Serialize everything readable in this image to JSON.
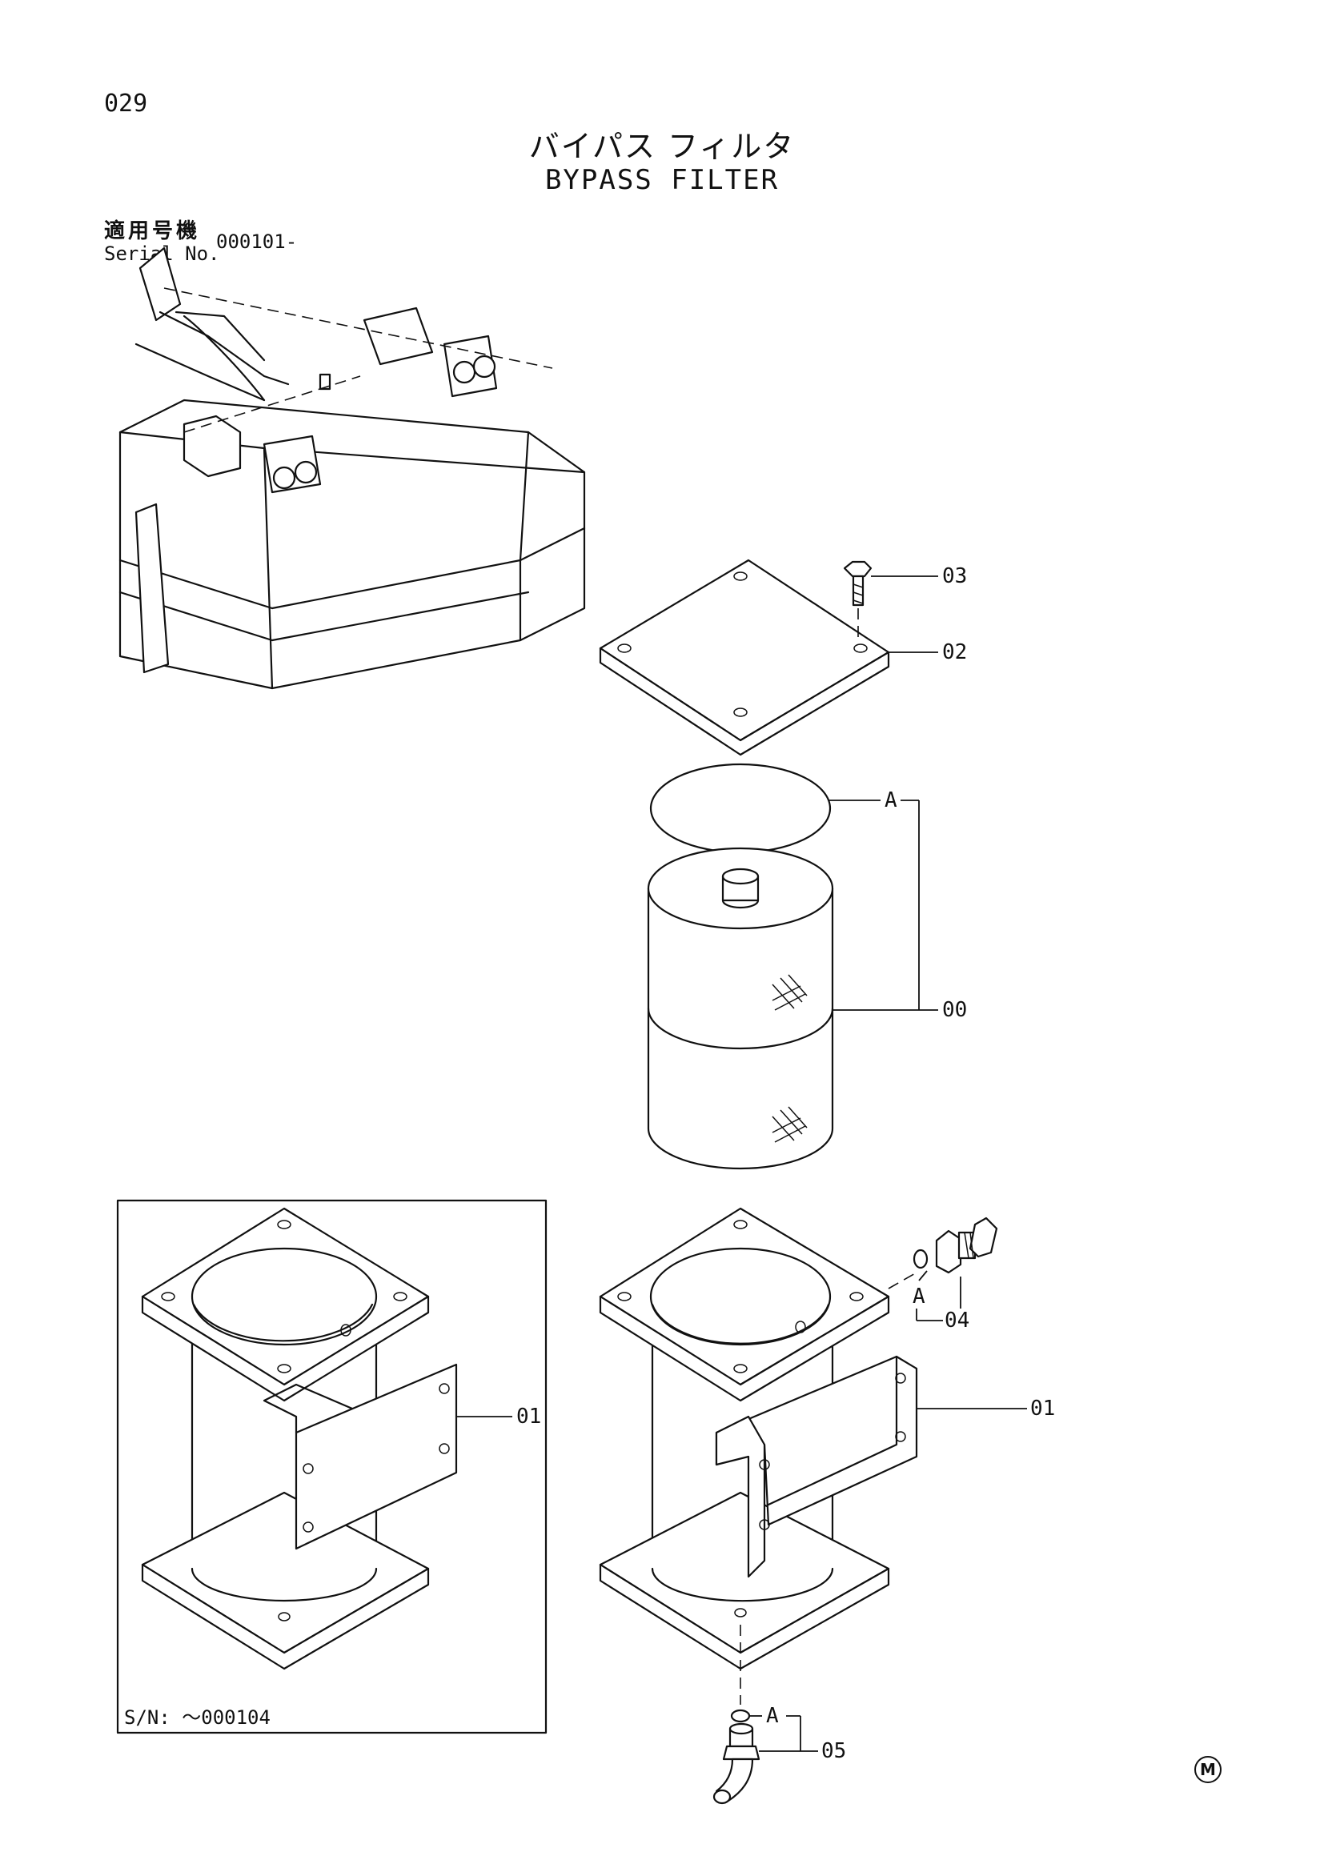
{
  "header": {
    "page_number": "029",
    "title_jp": "バイパス フィルタ",
    "title_en": "BYPASS FILTER"
  },
  "serial": {
    "label_jp": "適用号機",
    "label_en": "Serial No.",
    "value": "000101-"
  },
  "inset": {
    "note": "S/N: ～000104"
  },
  "callouts": {
    "c03": "03",
    "c02": "02",
    "cA1": "A",
    "c00": "00",
    "cA2": "A",
    "c04": "04",
    "c01_main": "01",
    "c01_inset": "01",
    "cA3": "A",
    "c05": "05"
  },
  "footer": {
    "mark": "M"
  }
}
